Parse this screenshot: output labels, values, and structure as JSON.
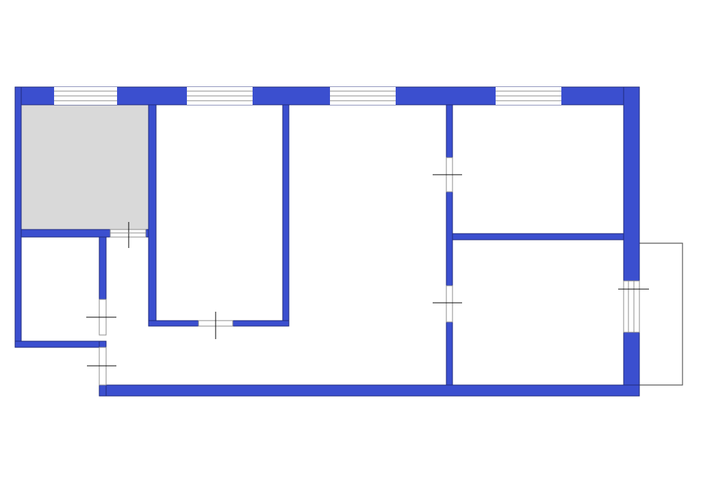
{
  "floorplan": {
    "colors": {
      "wall": "#3b4fcf",
      "wall_outline": "#1f2a7a",
      "background": "#ffffff",
      "room_floor": "#ffffff",
      "shaded_room": "#d9d9d9",
      "window_line": "#8a8a8a",
      "door_mark": "#000000",
      "balcony_line": "#555555"
    },
    "rooms": [
      {
        "name": "room-top-left-shaded",
        "shaded": true
      },
      {
        "name": "room-bottom-left-small",
        "shaded": false
      },
      {
        "name": "room-center-left-tall",
        "shaded": false
      },
      {
        "name": "room-hall-corridor",
        "shaded": false
      },
      {
        "name": "room-right-top",
        "shaded": false
      },
      {
        "name": "room-right-bottom",
        "shaded": false
      }
    ],
    "windows_count": 4,
    "door_marks_count": 7,
    "has_balcony": true
  }
}
